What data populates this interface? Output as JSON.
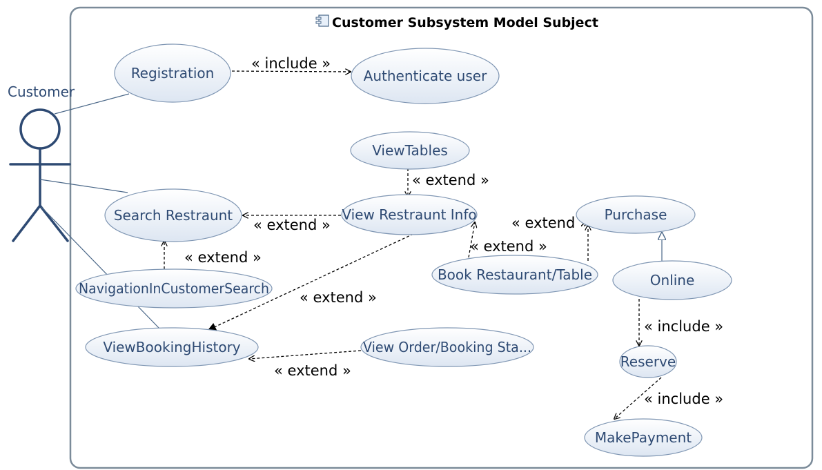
{
  "subject": {
    "title": "Customer Subsystem Model Subject",
    "icon": "component-icon"
  },
  "actor": {
    "name": "Customer"
  },
  "use_cases": {
    "registration": "Registration",
    "authenticate_user": "Authenticate user",
    "view_tables": "ViewTables",
    "search_restraunt": "Search Restraunt",
    "view_restraunt_info": "View Restraunt Info",
    "purchase": "Purchase",
    "book_restaurant_table": "Book Restaurant/Table",
    "online": "Online",
    "navigation_in_customer_search": "NavigationInCustomerSearch",
    "view_booking_history": "ViewBookingHistory",
    "view_order_booking_status": "View Order/Booking Sta...",
    "reserve": "Reserve",
    "make_payment": "MakePayment"
  },
  "relationships": {
    "registration_includes_authenticate": "« include »",
    "view_tables_extends_restraunt_info": "« extend »",
    "restraunt_info_extends_search": "« extend »",
    "book_extends_purchase": "« extend »",
    "book_extends_restraunt_info": "« extend »",
    "navigation_extends_search": "« extend »",
    "restraunt_info_extends_booking_history": "« extend »",
    "order_status_extends_booking_history": "« extend »",
    "online_includes_reserve": "« include »",
    "reserve_includes_make_payment": "« include »"
  }
}
